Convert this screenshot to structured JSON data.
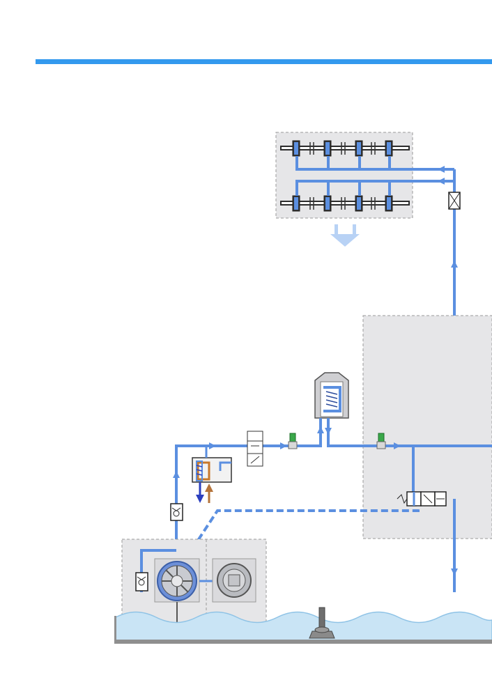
{
  "page": {
    "accent_color": "#3399ee",
    "background": "#ffffff"
  },
  "diagram": {
    "type": "hydraulic-schematic",
    "colors": {
      "line_blue": "#5b8fe0",
      "line_light": "#a9c5f3",
      "panel_grey": "#e6e6e8",
      "panel_border": "#9a9a9a",
      "water": "#c9e4f5",
      "water_edge": "#8fc3e6",
      "floor": "#8f8f8f",
      "green_valve": "#3aa84a",
      "down_arrow": "#2b3fbf",
      "up_arrow": "#b5733a",
      "orange_loop": "#c8782a"
    },
    "components": [
      "injector-rail-upper",
      "injector-rail-lower",
      "return-flow-arrow",
      "inline-filter",
      "control-module-panel",
      "pressure-accumulator",
      "pressure-regulator-valve",
      "shutoff-valve",
      "green-check-valve-left",
      "green-check-valve-right",
      "solenoid-valve",
      "check-valve-main",
      "check-valve-tank",
      "tank-module-panel",
      "fuel-pump",
      "pump-side-view",
      "jet-pump",
      "fuel-tank-water",
      "tank-floor"
    ]
  }
}
